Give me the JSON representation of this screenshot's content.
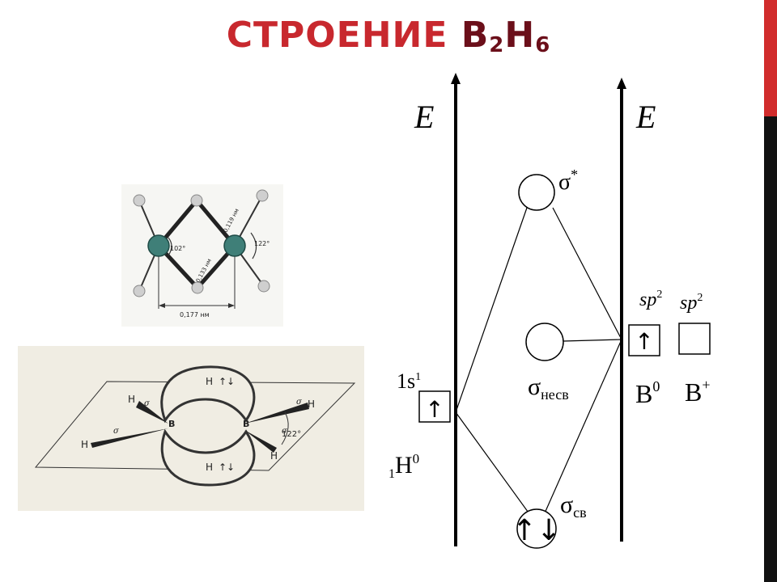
{
  "title": {
    "prefix": "СТРОЕНИЕ ",
    "formula_b": "B",
    "formula_b_sub": "2",
    "formula_h": "H",
    "formula_h_sub": "6"
  },
  "colors": {
    "title_red": "#c8282e",
    "title_dark": "#6b0f1a",
    "edge_red": "#d12c2c",
    "edge_black": "#111111"
  },
  "top_structure": {
    "angle_left": "102°",
    "angle_right": "122°",
    "bond_terminal": "0,119 нм",
    "bond_bridge": "0,133 нм",
    "bb_distance": "0,177 нм"
  },
  "bottom_structure": {
    "h_label": "H",
    "sigma_label": "σ",
    "b_label": "B",
    "angle": "122°"
  },
  "mo": {
    "energy_left": "E",
    "energy_right": "E",
    "h_orbital": "1s",
    "h_orbital_sup": "1",
    "h_atom_pre": "1",
    "h_atom": "H",
    "h_atom_sup": "0",
    "sigma_star": "σ",
    "sigma_star_sup": "*",
    "sigma_nb": "σ",
    "sigma_nb_sub": "несв",
    "sigma_b": "σ",
    "sigma_b_sub": "св",
    "sp2_left": "sp",
    "sp2_left_sup": "2",
    "sp2_right": "sp",
    "sp2_right_sup": "2",
    "b0": "B",
    "b0_sup": "0",
    "bplus": "B",
    "bplus_sup": "+",
    "arrow_up": "↑",
    "arrows_pair": "↑↓"
  }
}
